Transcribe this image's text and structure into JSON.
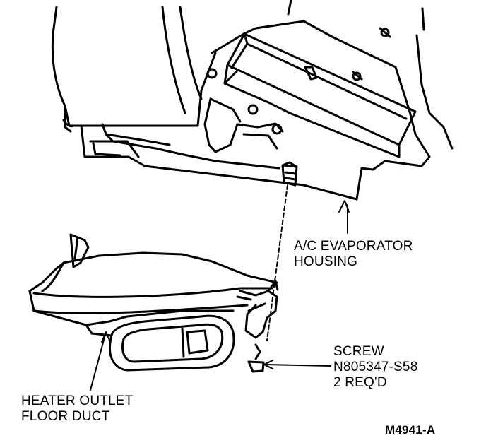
{
  "labels": {
    "evaporator_housing": [
      "A/C EVAPORATOR",
      "HOUSING"
    ],
    "heater_duct": [
      "HEATER OUTLET",
      "FLOOR DUCT"
    ],
    "screw": [
      "SCREW",
      "N805347-S58",
      "2 REQ'D"
    ],
    "figure_ref": "M4941-A"
  }
}
